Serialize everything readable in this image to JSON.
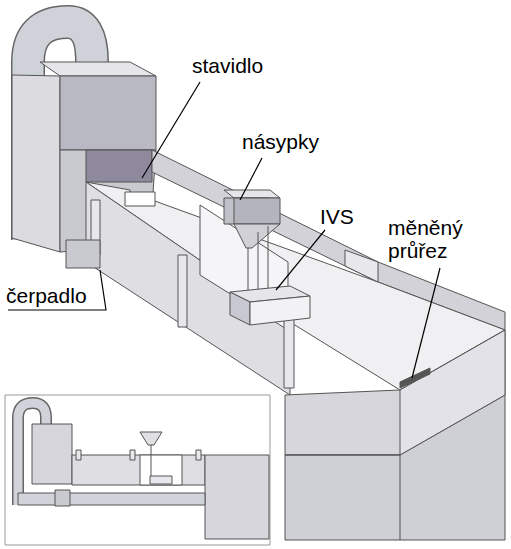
{
  "diagram": {
    "labels": [
      "stavidlo",
      "násypky",
      "IVS",
      "měněný průřez",
      "čerpadlo"
    ]
  }
}
